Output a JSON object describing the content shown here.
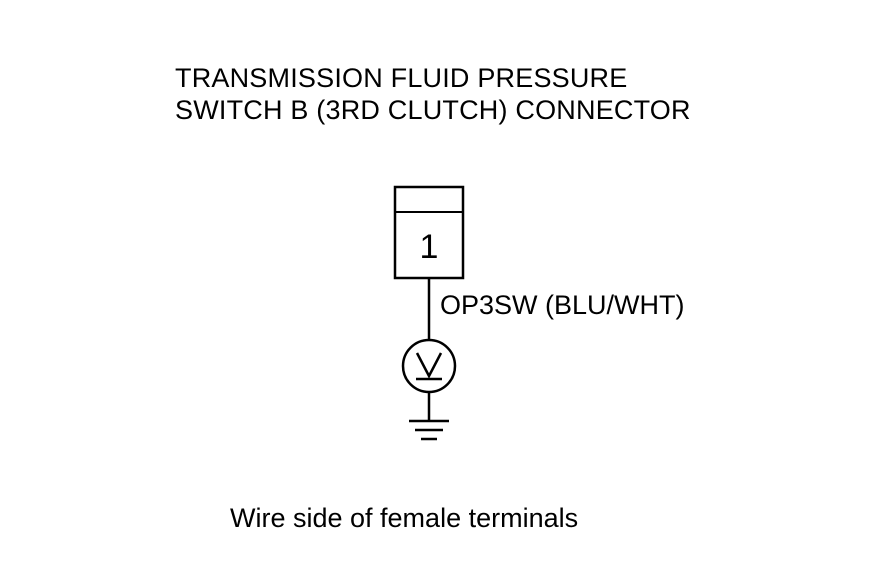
{
  "title": {
    "line1": "TRANSMISSION FLUID PRESSURE",
    "line2": "SWITCH B (3RD CLUTCH) CONNECTOR"
  },
  "connector": {
    "terminal_number": "1"
  },
  "wire": {
    "label": "OP3SW (BLU/WHT)"
  },
  "caption": "Wire side of female terminals",
  "colors": {
    "ink": "#000000",
    "background": "#ffffff"
  },
  "icons": {
    "voltmeter": "voltmeter-icon",
    "ground": "ground-icon"
  }
}
